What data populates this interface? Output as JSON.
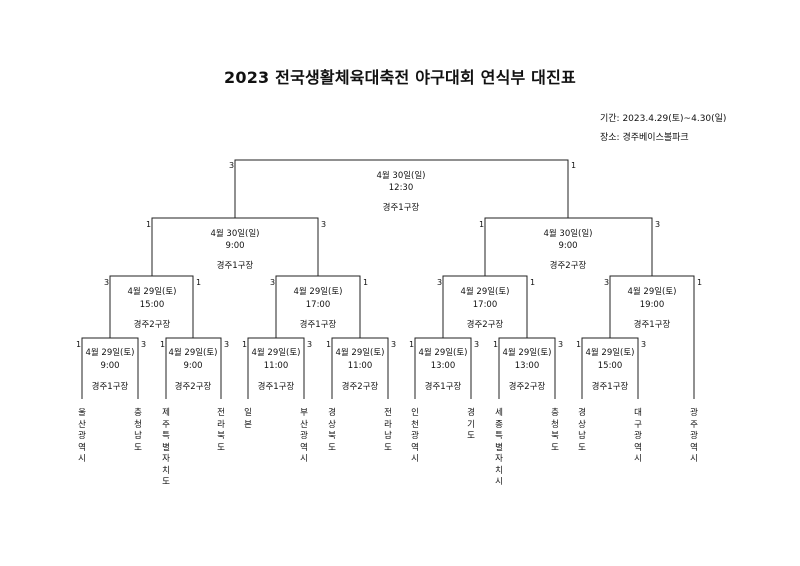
{
  "title": "2023 전국생활체육대축전 야구대회 연식부 대진표",
  "period": "기간: 2023.4.29(토)~4.30(일)",
  "venue": "장소: 경주베이스볼파크",
  "teams": [
    "울산광역시",
    "충청남도",
    "제주특별자치도",
    "전라북도",
    "일본",
    "부산광역시",
    "경상북도",
    "전라남도",
    "인천광역시",
    "경기도",
    "세종특별자치시",
    "충청북도",
    "경상남도",
    "대구광역시",
    "광주광역시"
  ],
  "matches": [
    {
      "date": "4월 29일(토)",
      "time": "9:00",
      "field": "경주1구장",
      "score_left": "1",
      "score_right": "3"
    },
    {
      "date": "4월 29일(토)",
      "time": "9:00",
      "field": "경주2구장",
      "score_left": "1",
      "score_right": "3"
    },
    {
      "date": "4월 29일(토)",
      "time": "11:00",
      "field": "경주1구장",
      "score_left": "1",
      "score_right": "3"
    },
    {
      "date": "4월 29일(토)",
      "time": "11:00",
      "field": "경주2구장",
      "score_left": "1",
      "score_right": "3"
    },
    {
      "date": "4월 29일(토)",
      "time": "13:00",
      "field": "경주1구장",
      "score_left": "1",
      "score_right": "3"
    },
    {
      "date": "4월 29일(토)",
      "time": "13:00",
      "field": "경주2구장",
      "score_left": "1",
      "score_right": "3"
    },
    {
      "date": "4월 29일(토)",
      "time": "15:00",
      "field": "경주1구장",
      "score_left": "1",
      "score_right": "3"
    },
    {
      "date": "4월 29일(토)",
      "time": "15:00",
      "field": "경주2구장",
      "score_left": "3",
      "score_right": "1"
    },
    {
      "date": "4월 29일(토)",
      "time": "17:00",
      "field": "경주1구장",
      "score_left": "3",
      "score_right": "1"
    },
    {
      "date": "4월 29일(토)",
      "time": "17:00",
      "field": "경주2구장",
      "score_left": "3",
      "score_right": "1"
    },
    {
      "date": "4월 29일(토)",
      "time": "19:00",
      "field": "경주1구장",
      "score_left": "3",
      "score_right": "1"
    },
    {
      "date": "4월 30일(일)",
      "time": "9:00",
      "field": "경주1구장",
      "score_left": "1",
      "score_right": "3"
    },
    {
      "date": "4월 30일(일)",
      "time": "9:00",
      "field": "경주2구장",
      "score_left": "1",
      "score_right": "3"
    },
    {
      "date": "4월 30일(일)",
      "time": "12:30",
      "field": "경주1구장",
      "score_left": "3",
      "score_right": "1"
    }
  ]
}
